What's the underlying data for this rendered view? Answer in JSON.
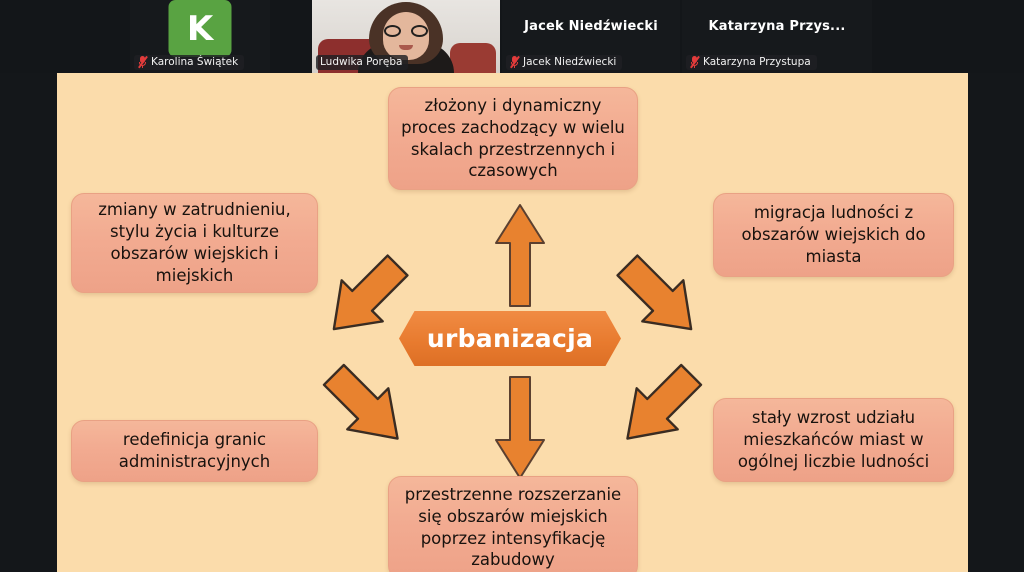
{
  "filmstrip": {
    "participants": [
      {
        "name": "Karolina Świątek",
        "avatar_letter": "K",
        "muted": true,
        "has_video": false
      },
      {
        "name": "Ludwika Poręba",
        "muted": false,
        "has_video": true,
        "active_speaker": true
      },
      {
        "name": "Jacek Niedźwiecki",
        "display_name": "Jacek Niedźwiecki",
        "muted": true,
        "has_video": false
      },
      {
        "name": "Katarzyna Przystupa",
        "display_name": "Katarzyna  Przys...",
        "muted": true,
        "has_video": false
      }
    ]
  },
  "diagram": {
    "center": {
      "label": "urbanizacja"
    },
    "nodes": [
      {
        "position": "top",
        "text": "złożony i dynamiczny proces zachodzący w wielu skalach przestrzennych i czasowych"
      },
      {
        "position": "left-top",
        "text": "zmiany w zatrudnieniu, stylu życia i kulturze obszarów wiejskich i miejskich"
      },
      {
        "position": "right-top",
        "text": "migracja ludności z obszarów wiejskich do miasta"
      },
      {
        "position": "left-bottom",
        "text": "redefinicja granic administracyjnych"
      },
      {
        "position": "right-bottom",
        "text": "stały wzrost udziału mieszkańców miast w ogólnej liczbie ludności"
      },
      {
        "position": "bottom",
        "text": "przestrzenne rozszerzanie się obszarów miejskich poprzez intensyfikację zabudowy"
      }
    ],
    "arrows": [
      "arrow-up",
      "arrow-down",
      "arrow-upper-left",
      "arrow-lower-left",
      "arrow-upper-right",
      "arrow-lower-right"
    ]
  },
  "colors": {
    "app_background": "#14171a",
    "slide_background": "#fbdcab",
    "node_fill": "#f2ab91",
    "center_node_fill": "#e87b2f",
    "arrow_fill": "#e8822f",
    "active_speaker_border": "#4ce08a",
    "avatar_background": "#59a342",
    "mic_muted_color": "#e23b3b"
  }
}
